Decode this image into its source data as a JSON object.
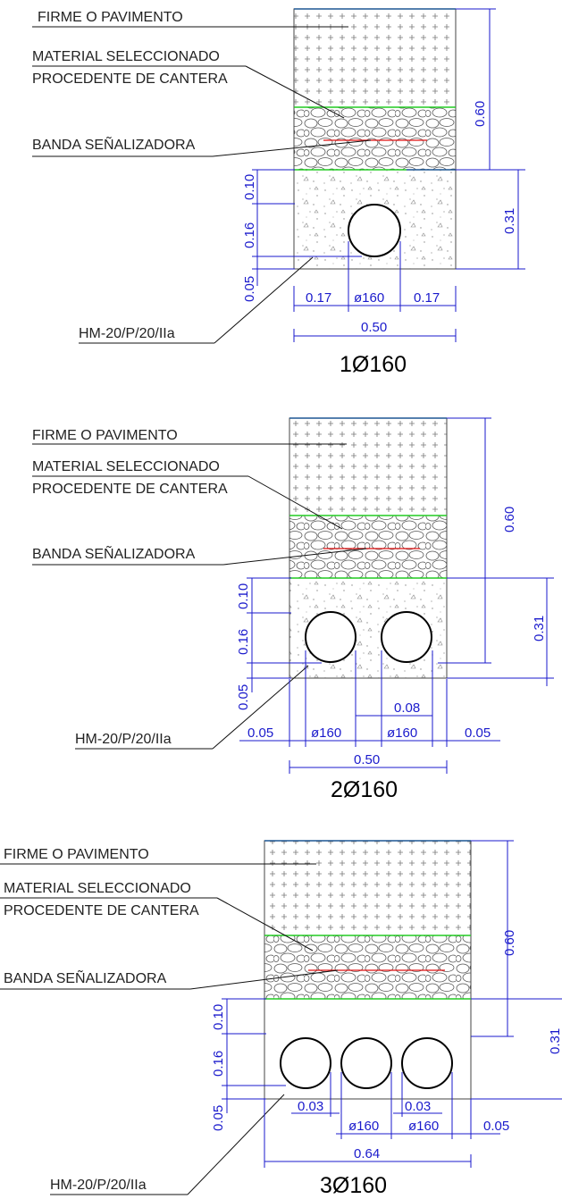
{
  "sections": [
    {
      "title": "1Ø160",
      "labels": {
        "firme": "FIRME O PAVIMENTO",
        "material_1": "MATERIAL SELECCIONADO",
        "material_2": "PROCEDENTE DE CANTERA",
        "banda": "BANDA SEÑALIZADORA",
        "hormigon": "HM-20/P/20/IIa"
      },
      "dims": {
        "total_height": "0.60",
        "pipe_zone": "0.31",
        "top_cover": "0.10",
        "pipe_band": "0.16",
        "bottom": "0.05",
        "side_left": "0.17",
        "pipe_dia": "ø160",
        "side_right": "0.17",
        "width": "0.50"
      }
    },
    {
      "title": "2Ø160",
      "labels": {
        "firme": "FIRME O PAVIMENTO",
        "material_1": "MATERIAL SELECCIONADO",
        "material_2": "PROCEDENTE DE CANTERA",
        "banda": "BANDA SEÑALIZADORA",
        "hormigon": "HM-20/P/20/IIa"
      },
      "dims": {
        "total_height": "0.60",
        "pipe_zone": "0.31",
        "top_cover": "0.10",
        "pipe_band": "0.16",
        "bottom": "0.05",
        "side_left": "0.05",
        "pipe_dia_1": "ø160",
        "pipe_dia_2": "ø160",
        "pipe_gap": "0.08",
        "side_right": "0.05",
        "width": "0.50"
      }
    },
    {
      "title": "3Ø160",
      "labels": {
        "firme": "FIRME O PAVIMENTO",
        "material_1": "MATERIAL SELECCIONADO",
        "material_2": "PROCEDENTE DE CANTERA",
        "banda": "BANDA SEÑALIZADORA",
        "hormigon": "HM-20/P/20/IIa"
      },
      "dims": {
        "total_height": "0.60",
        "pipe_zone": "0.31",
        "top_cover": "0.10",
        "pipe_band": "0.16",
        "bottom": "0.05",
        "gap_left": "0.03",
        "gap_right": "0.03",
        "pipe_dia_1": "ø160",
        "pipe_dia_2": "ø160",
        "side_right": "0.05",
        "width": "0.64"
      }
    }
  ],
  "colors": {
    "dimension": "#1a1acc",
    "layer_boundary": "#22cc22",
    "warning_tape": "#e01010",
    "text": "#222222"
  }
}
